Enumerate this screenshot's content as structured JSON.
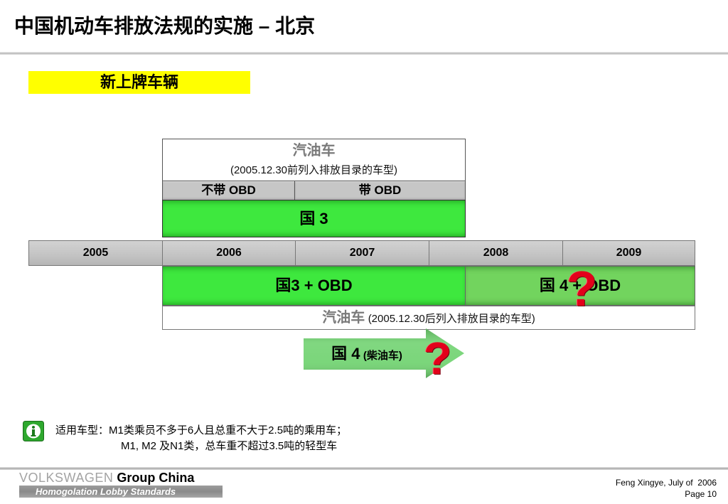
{
  "slide": {
    "title": "中国机动车排放法规的实施 – 北京",
    "section_label": "新上牌车辆"
  },
  "gasoline_before": {
    "heading": "汽油车",
    "note": "(2005.12.30前列入排放目录的车型)",
    "col_no_obd": "不带 OBD",
    "col_obd": "带 OBD",
    "standard": "国 3"
  },
  "years": [
    "2005",
    "2006",
    "2007",
    "2008",
    "2009"
  ],
  "gasoline_after": {
    "phase1": "国3 + OBD",
    "phase2": "国 4 + OBD",
    "question": "?",
    "heading": "汽油车",
    "note": "(2005.12.30后列入排放目录的车型)"
  },
  "diesel": {
    "standard": "国 4",
    "note": "(柴油车)",
    "question": "?"
  },
  "info": {
    "icon": "info-icon",
    "line1": "适用车型：M1类乘员不多于6人且总重不大于2.5吨的乘用车；",
    "line2": "M1, M2 及N1类，总车重不超过3.5吨的轻型车"
  },
  "footer": {
    "brand": "VOLKSWAGEN",
    "group": "Group China",
    "subtitle": "Homogolation Lobby Standards",
    "author": "Feng Xingye, July of  2006",
    "page": "Page 10"
  },
  "colors": {
    "highlight_yellow": "#ffff00",
    "green_standard": "#3ee83e",
    "green_future": "#72d45e",
    "green_arrow": "#6fd26f",
    "header_gray": "#c6c6c6",
    "question_red": "#e3001b",
    "brand_gray": "#a3a3a3",
    "info_green": "#2ea82e"
  }
}
